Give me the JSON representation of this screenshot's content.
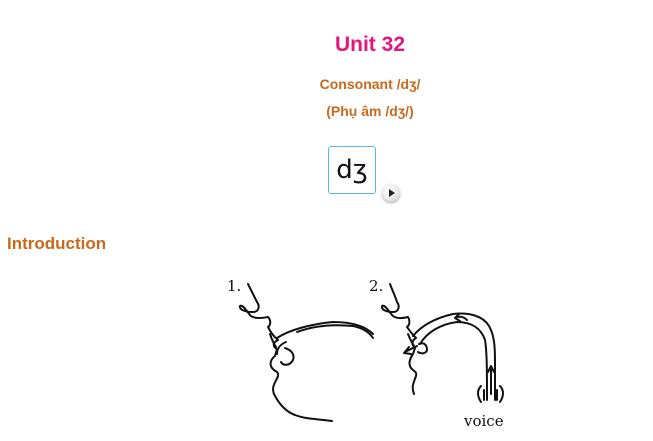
{
  "unit": {
    "title": "Unit 32",
    "subtitle_en": "Consonant /dʒ/",
    "subtitle_vi": "(Phụ âm /dʒ/)"
  },
  "phoneme": {
    "symbol": "dʒ",
    "play_icon": "play-icon"
  },
  "introduction": {
    "heading": "Introduction",
    "figure_labels": [
      "1.",
      "2."
    ],
    "voice_label": "voice"
  },
  "colors": {
    "title": "#e6157b",
    "subtitle": "#c8691b",
    "symbol_border": "#5bb8e6"
  }
}
